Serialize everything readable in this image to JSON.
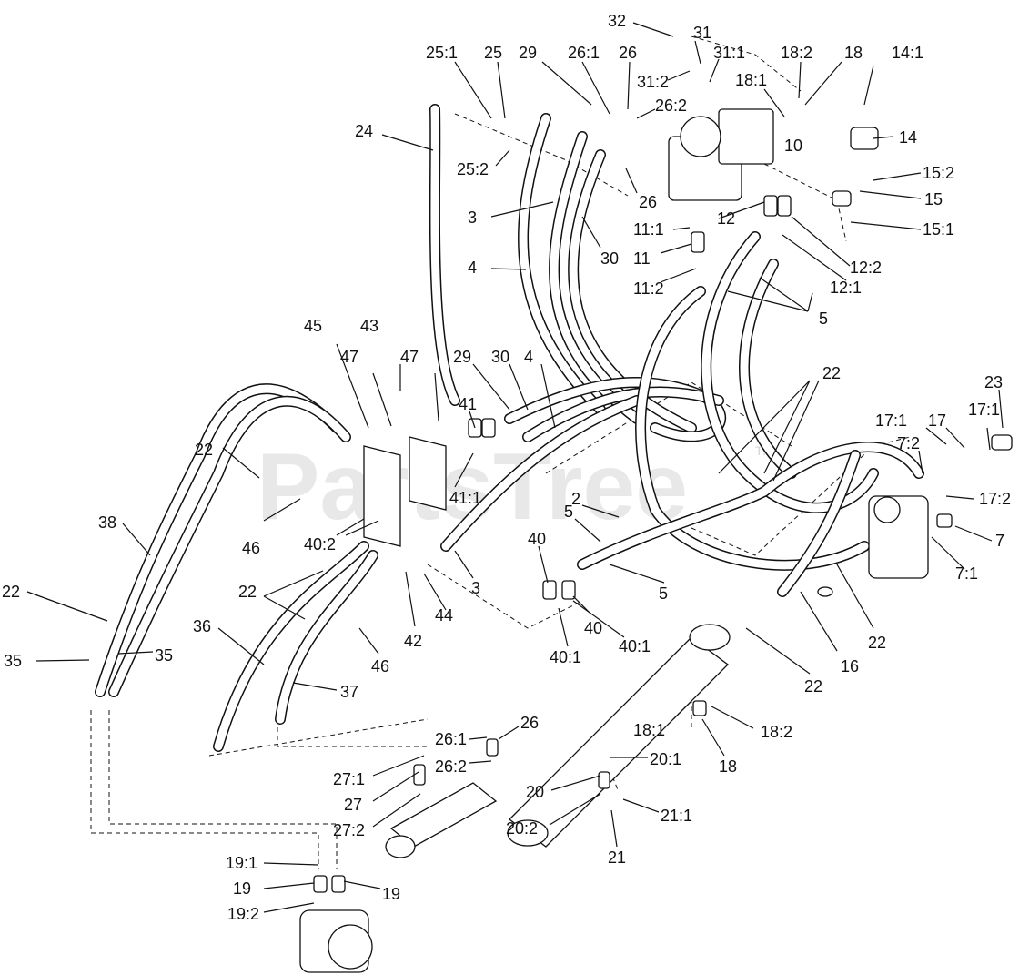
{
  "watermark": {
    "text": "PartsTree",
    "trademark": "TM"
  },
  "callouts": [
    {
      "id": "c-32",
      "text": "32"
    },
    {
      "id": "c-31",
      "text": "31"
    },
    {
      "id": "c-31-1",
      "text": "31:1"
    },
    {
      "id": "c-31-2",
      "text": "31:2"
    },
    {
      "id": "c-25-1",
      "text": "25:1"
    },
    {
      "id": "c-25",
      "text": "25"
    },
    {
      "id": "c-29-top",
      "text": "29"
    },
    {
      "id": "c-26-1-top",
      "text": "26:1"
    },
    {
      "id": "c-26-top",
      "text": "26"
    },
    {
      "id": "c-26-2-top",
      "text": "26:2"
    },
    {
      "id": "c-18-2-top",
      "text": "18:2"
    },
    {
      "id": "c-18-top",
      "text": "18"
    },
    {
      "id": "c-18-1-top",
      "text": "18:1"
    },
    {
      "id": "c-14-1",
      "text": "14:1"
    },
    {
      "id": "c-14",
      "text": "14"
    },
    {
      "id": "c-10",
      "text": "10"
    },
    {
      "id": "c-24",
      "text": "24"
    },
    {
      "id": "c-25-2",
      "text": "25:2"
    },
    {
      "id": "c-26-mid",
      "text": "26"
    },
    {
      "id": "c-15-2",
      "text": "15:2"
    },
    {
      "id": "c-15",
      "text": "15"
    },
    {
      "id": "c-15-1",
      "text": "15:1"
    },
    {
      "id": "c-3-top",
      "text": "3"
    },
    {
      "id": "c-12",
      "text": "12"
    },
    {
      "id": "c-11-1",
      "text": "11:1"
    },
    {
      "id": "c-11",
      "text": "11"
    },
    {
      "id": "c-30-top",
      "text": "30"
    },
    {
      "id": "c-4-top",
      "text": "4"
    },
    {
      "id": "c-12-2",
      "text": "12:2"
    },
    {
      "id": "c-11-2",
      "text": "11:2"
    },
    {
      "id": "c-12-1",
      "text": "12:1"
    },
    {
      "id": "c-5-top",
      "text": "5"
    },
    {
      "id": "c-45",
      "text": "45"
    },
    {
      "id": "c-43",
      "text": "43"
    },
    {
      "id": "c-47-a",
      "text": "47"
    },
    {
      "id": "c-47-b",
      "text": "47"
    },
    {
      "id": "c-29-mid",
      "text": "29"
    },
    {
      "id": "c-30-mid",
      "text": "30"
    },
    {
      "id": "c-4-mid",
      "text": "4"
    },
    {
      "id": "c-22-right",
      "text": "22"
    },
    {
      "id": "c-23",
      "text": "23"
    },
    {
      "id": "c-41",
      "text": "41"
    },
    {
      "id": "c-17-1-a",
      "text": "17:1"
    },
    {
      "id": "c-17",
      "text": "17"
    },
    {
      "id": "c-17-1-b",
      "text": "17:1"
    },
    {
      "id": "c-22-left",
      "text": "22"
    },
    {
      "id": "c-7-2",
      "text": "7:2"
    },
    {
      "id": "c-41-1",
      "text": "41:1"
    },
    {
      "id": "c-17-2",
      "text": "17:2"
    },
    {
      "id": "c-2",
      "text": "2"
    },
    {
      "id": "c-38",
      "text": "38"
    },
    {
      "id": "c-5-mid",
      "text": "5"
    },
    {
      "id": "c-7",
      "text": "7"
    },
    {
      "id": "c-46-a",
      "text": "46"
    },
    {
      "id": "c-40-2",
      "text": "40:2"
    },
    {
      "id": "c-40-top",
      "text": "40"
    },
    {
      "id": "c-7-1",
      "text": "7:1"
    },
    {
      "id": "c-22-l1",
      "text": "22"
    },
    {
      "id": "c-22-l2",
      "text": "22"
    },
    {
      "id": "c-3-mid",
      "text": "3"
    },
    {
      "id": "c-5-bot",
      "text": "5"
    },
    {
      "id": "c-44",
      "text": "44"
    },
    {
      "id": "c-40-mid",
      "text": "40"
    },
    {
      "id": "c-36",
      "text": "36"
    },
    {
      "id": "c-42",
      "text": "42"
    },
    {
      "id": "c-22-r2",
      "text": "22"
    },
    {
      "id": "c-40-1a",
      "text": "40:1"
    },
    {
      "id": "c-35-l",
      "text": "35"
    },
    {
      "id": "c-35-r",
      "text": "35"
    },
    {
      "id": "c-46-b",
      "text": "46"
    },
    {
      "id": "c-40-1b",
      "text": "40:1"
    },
    {
      "id": "c-16",
      "text": "16"
    },
    {
      "id": "c-22-bot",
      "text": "22"
    },
    {
      "id": "c-37",
      "text": "37"
    },
    {
      "id": "c-18-1-bot",
      "text": "18:1"
    },
    {
      "id": "c-18-2-bot",
      "text": "18:2"
    },
    {
      "id": "c-26-bot",
      "text": "26"
    },
    {
      "id": "c-26-1-bot",
      "text": "26:1"
    },
    {
      "id": "c-18-bot",
      "text": "18"
    },
    {
      "id": "c-26-2-bot",
      "text": "26:2"
    },
    {
      "id": "c-20-1",
      "text": "20:1"
    },
    {
      "id": "c-27-1",
      "text": "27:1"
    },
    {
      "id": "c-20",
      "text": "20"
    },
    {
      "id": "c-27",
      "text": "27"
    },
    {
      "id": "c-21-1",
      "text": "21:1"
    },
    {
      "id": "c-20-2",
      "text": "20:2"
    },
    {
      "id": "c-27-2",
      "text": "27:2"
    },
    {
      "id": "c-21",
      "text": "21"
    },
    {
      "id": "c-19-1",
      "text": "19:1"
    },
    {
      "id": "c-19-l",
      "text": "19"
    },
    {
      "id": "c-19-r",
      "text": "19"
    },
    {
      "id": "c-19-2",
      "text": "19:2"
    }
  ]
}
